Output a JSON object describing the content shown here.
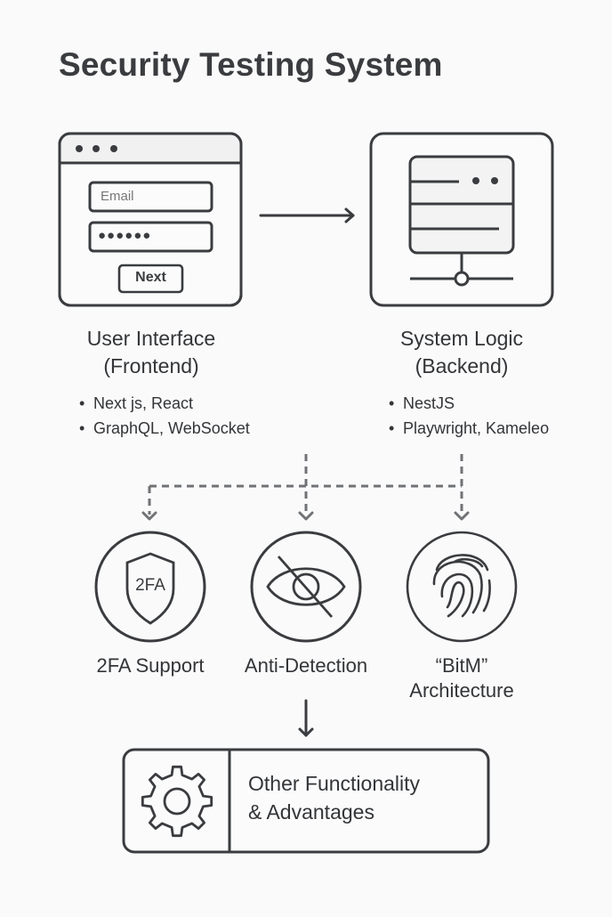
{
  "title": "Security Testing System",
  "frontend": {
    "title_line1": "User Interface",
    "title_line2": "(Frontend)",
    "bullets": [
      "Next js, React",
      "GraphQL, WebSocket"
    ],
    "form": {
      "email_placeholder": "Email",
      "password_mask": "●●●●●●",
      "next_label": "Next"
    },
    "icon": "browser-login-window-icon"
  },
  "backend": {
    "title_line1": "System Logic",
    "title_line2": "(Backend)",
    "bullets": [
      "NestJS",
      "Playwright, Kameleo"
    ],
    "icon": "server-network-icon"
  },
  "features": [
    {
      "label_line1": "2FA Support",
      "label_line2": "",
      "icon": "shield-2fa-icon",
      "icon_text": "2FA"
    },
    {
      "label_line1": "Anti-Detection",
      "label_line2": "",
      "icon": "eye-slash-icon"
    },
    {
      "label_line1": "“BitM”",
      "label_line2": "Architecture",
      "icon": "fingerprint-icon"
    }
  ],
  "other": {
    "line1": "Other Functionality",
    "line2": "& Advantages",
    "icon": "gear-icon"
  },
  "colors": {
    "stroke": "#3a3c3f",
    "dashed": "#707275",
    "background": "#fafafa"
  }
}
